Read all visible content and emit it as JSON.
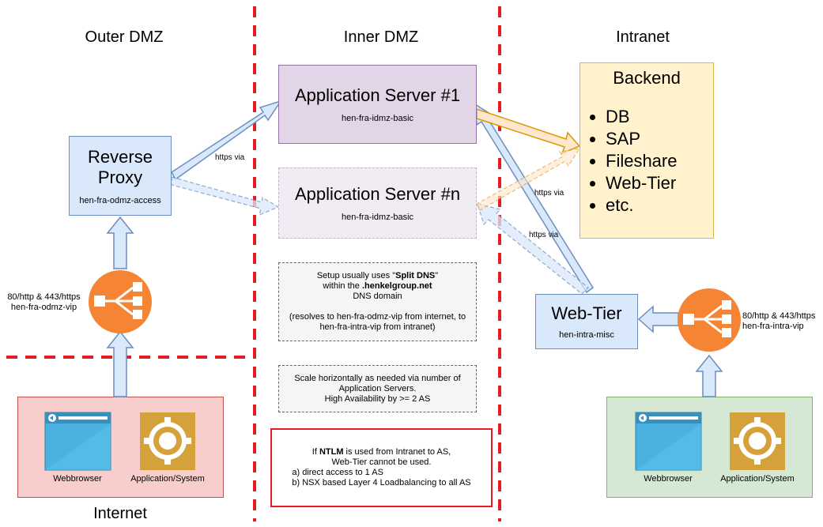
{
  "zones": {
    "outer_dmz": "Outer DMZ",
    "inner_dmz": "Inner DMZ",
    "intranet": "Intranet",
    "internet": "Internet"
  },
  "reverse_proxy": {
    "title": "Reverse Proxy",
    "host": "hen-fra-odmz-access"
  },
  "app_server_1": {
    "title": "Application Server #1",
    "host": "hen-fra-idmz-basic"
  },
  "app_server_n": {
    "title": "Application Server #n",
    "host": "hen-fra-idmz-basic"
  },
  "backend": {
    "title": "Backend",
    "items": [
      "DB",
      "SAP",
      "Fileshare",
      "Web-Tier",
      "etc."
    ]
  },
  "web_tier": {
    "title": "Web-Tier",
    "host": "hen-intra-misc"
  },
  "lb_outer": {
    "ports": "80/http & 443/https",
    "vip": "hen-fra-odmz-vip"
  },
  "lb_intra": {
    "ports": "80/http & 443/https",
    "vip": "hen-fra-intra-vip"
  },
  "edge_labels": {
    "proxy_to_as": "https via",
    "webtier_to_as1": "https via",
    "webtier_to_asn": "https via"
  },
  "notes": {
    "split_dns": {
      "l1_a": "Setup usually uses \"",
      "l1_bold": "Split DNS",
      "l1_b": "\"",
      "l2_a": "within the ",
      "l2_bold": ".henkelgroup.net",
      "l3": "DNS domain",
      "l4": "(resolves to hen-fra-odmz-vip from internet, to",
      "l5": "hen-fra-intra-vip from intranet)"
    },
    "scale": {
      "l1": "Scale horizontally as needed via number of",
      "l2": "Application Servers.",
      "l3": "High Availability by >= 2 AS"
    },
    "ntlm": {
      "l1_a": "If ",
      "l1_bold": "NTLM",
      "l1_b": " is used from Intranet to AS,",
      "l2": "Web-Tier cannot be used.",
      "l3": "a) direct access to 1 AS",
      "l4": "b) NSX based Layer 4 Loadbalancing to all AS"
    }
  },
  "internet_clients": {
    "browser": "Webbrowser",
    "app": "Application/System"
  },
  "intranet_clients": {
    "browser": "Webbrowser",
    "app": "Application/System"
  },
  "colors": {
    "zone_divider": "#e51c23",
    "arrow_blue_fill": "#dae8fc",
    "arrow_blue_stroke": "#6c8ebf",
    "arrow_orange_fill": "#ffe6cc",
    "arrow_orange_stroke": "#d79b00",
    "lb_orange": "#f58534",
    "browser_blue": "#4ab1e0",
    "app_gold": "#d5a13a"
  }
}
